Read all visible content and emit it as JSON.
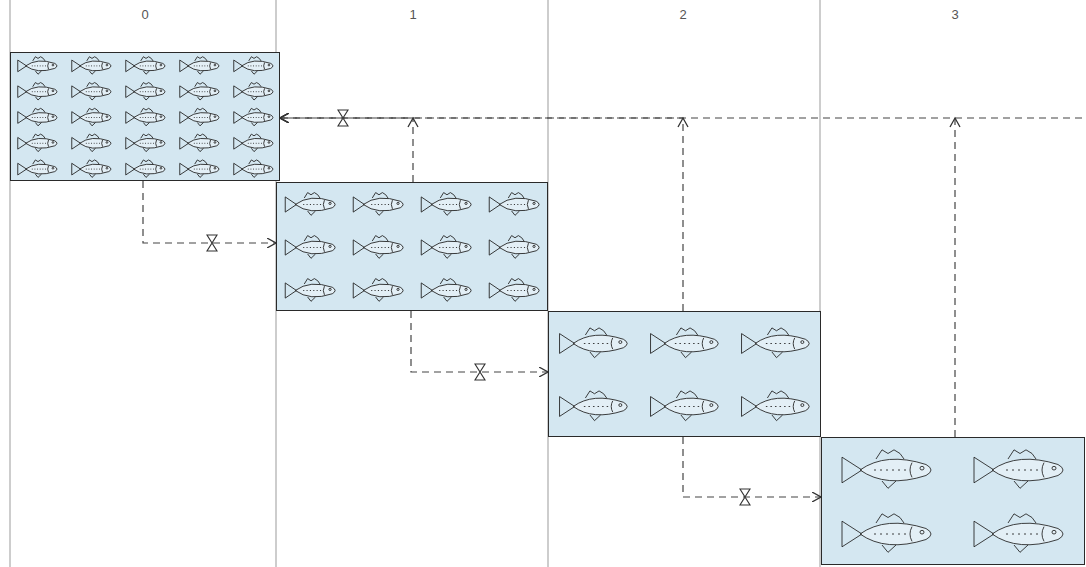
{
  "diagram": {
    "nodes": [
      {
        "text": []
      },
      {
        "text": []
      },
      {
        "text": []
      },
      {
        "text": []
      }
    ],
    "edges": [
      {
        "from": 0,
        "to": 1,
        "arrow": "to"
      },
      {
        "from": 1,
        "to": 2,
        "arrow": "to"
      },
      {
        "from": 2,
        "to": 3,
        "arrow": "to"
      },
      {
        "from": 1,
        "to": 0,
        "arrow": "to"
      },
      {
        "from": 2,
        "to": 0,
        "arrow": "to"
      },
      {
        "from": 3,
        "to": 0,
        "arrow": "to"
      }
    ],
    "labels": [
      "0",
      "1",
      "2",
      "3"
    ]
  }
}
